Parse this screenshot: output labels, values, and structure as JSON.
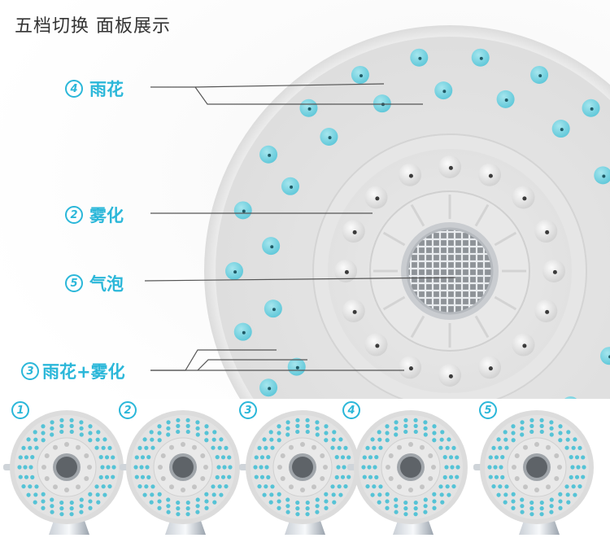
{
  "title": "五档切换 面板展示",
  "callouts": [
    {
      "num": "4",
      "label": "雨花"
    },
    {
      "num": "2",
      "label": "雾化"
    },
    {
      "num": "5",
      "label": "气泡"
    },
    {
      "num": "3",
      "label": "雨花+雾化"
    }
  ],
  "thumbnails": [
    {
      "num": "1"
    },
    {
      "num": "2"
    },
    {
      "num": "3"
    },
    {
      "num": "4"
    },
    {
      "num": "5"
    }
  ],
  "colors": {
    "accent": "#2bb7d9",
    "nozzle_blue": "#7fd6e4",
    "panel_gray": "#e4e4e4"
  }
}
